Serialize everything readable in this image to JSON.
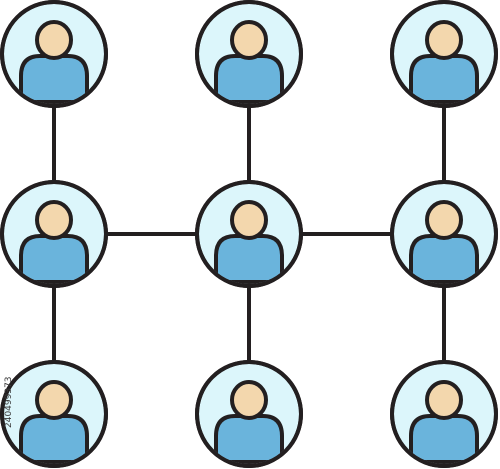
{
  "diagram": {
    "type": "people-network-grid",
    "colors": {
      "outline": "#231f20",
      "circle_fill": "#dcf6fb",
      "body_fill": "#6ab4dc",
      "head_fill": "#f3d7ad",
      "connector": "#231f20"
    },
    "nodes": [
      {
        "id": "n-0-0",
        "row": 0,
        "col": 0,
        "icon": "person-icon"
      },
      {
        "id": "n-0-1",
        "row": 0,
        "col": 1,
        "icon": "person-icon"
      },
      {
        "id": "n-0-2",
        "row": 0,
        "col": 2,
        "icon": "person-icon"
      },
      {
        "id": "n-1-0",
        "row": 1,
        "col": 0,
        "icon": "person-icon"
      },
      {
        "id": "n-1-1",
        "row": 1,
        "col": 1,
        "icon": "person-icon"
      },
      {
        "id": "n-1-2",
        "row": 1,
        "col": 2,
        "icon": "person-icon"
      },
      {
        "id": "n-2-0",
        "row": 2,
        "col": 0,
        "icon": "person-icon"
      },
      {
        "id": "n-2-1",
        "row": 2,
        "col": 1,
        "icon": "person-icon"
      },
      {
        "id": "n-2-2",
        "row": 2,
        "col": 2,
        "icon": "person-icon"
      }
    ],
    "edges": [
      [
        "n-0-0",
        "n-1-0"
      ],
      [
        "n-0-1",
        "n-1-1"
      ],
      [
        "n-0-2",
        "n-1-2"
      ],
      [
        "n-1-0",
        "n-1-1"
      ],
      [
        "n-1-1",
        "n-1-2"
      ],
      [
        "n-1-0",
        "n-2-0"
      ],
      [
        "n-1-1",
        "n-2-1"
      ],
      [
        "n-1-2",
        "n-2-2"
      ]
    ]
  },
  "watermark": {
    "id_text": "240499373"
  }
}
